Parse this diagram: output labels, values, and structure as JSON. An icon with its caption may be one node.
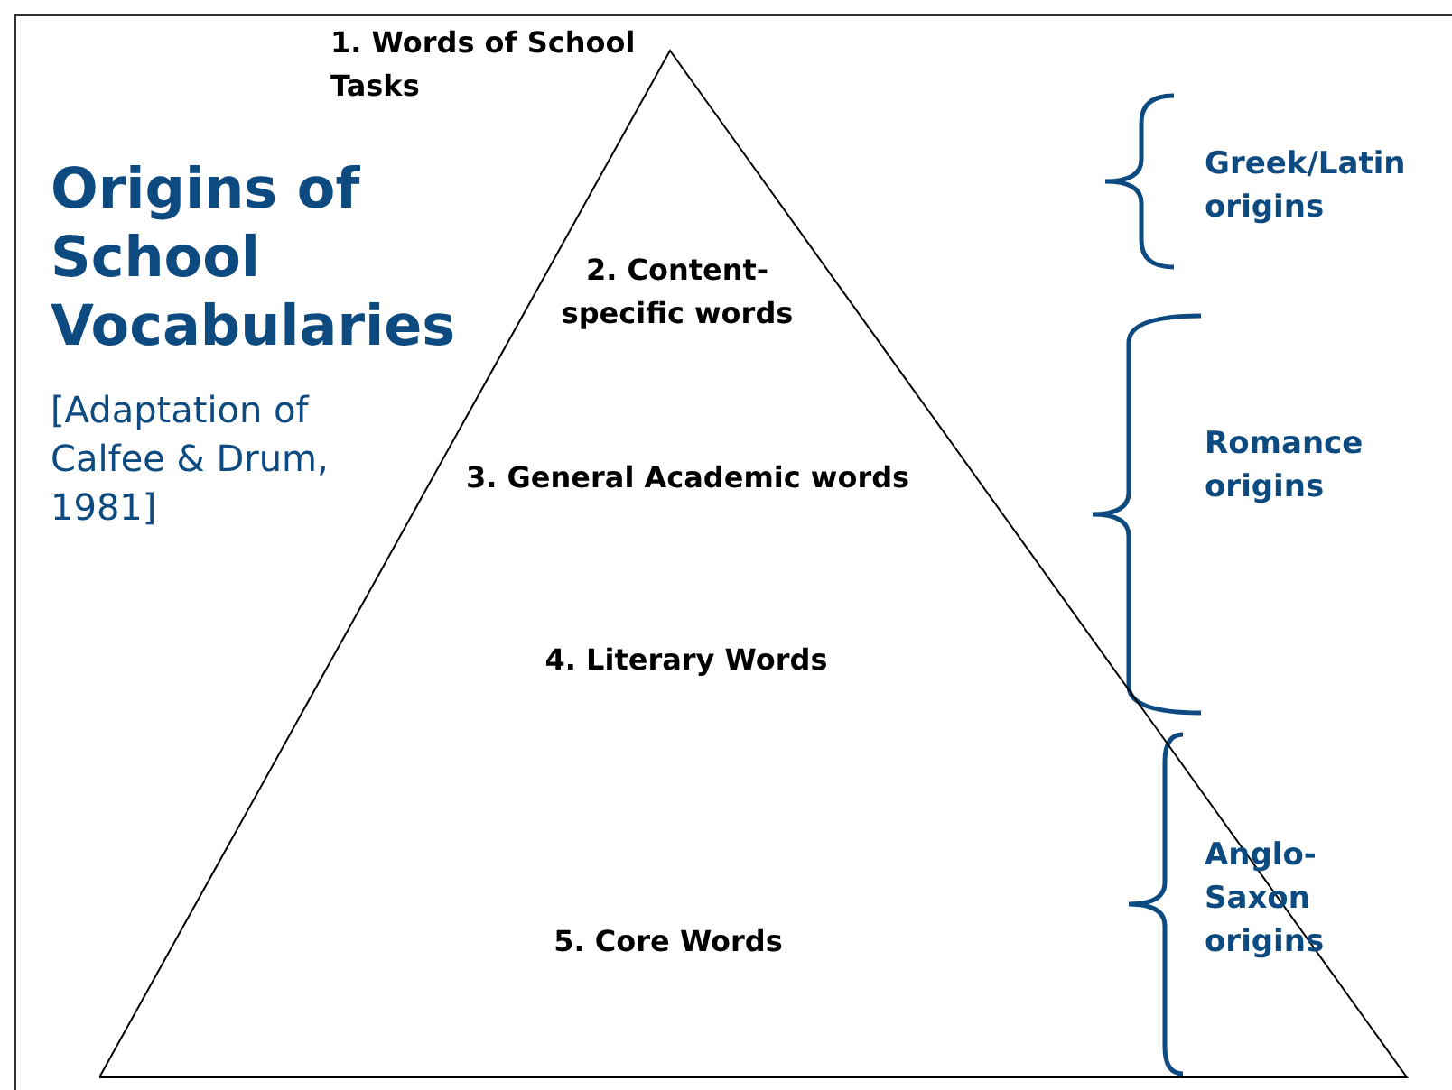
{
  "diagram": {
    "title": "Origins of School Vocabularies",
    "caption": "[Adaptation of Calfee & Drum, 1981]",
    "nodes": [
      {
        "text": [
          "1. Words of School Tasks",
          "2. Content-specific words",
          "3. General Academic words",
          "4. Literary Words",
          "5. Core Words"
        ]
      }
    ],
    "labels": [
      "Greek/Latin origins",
      "Romance origins",
      "Anglo-Saxon origins"
    ]
  }
}
